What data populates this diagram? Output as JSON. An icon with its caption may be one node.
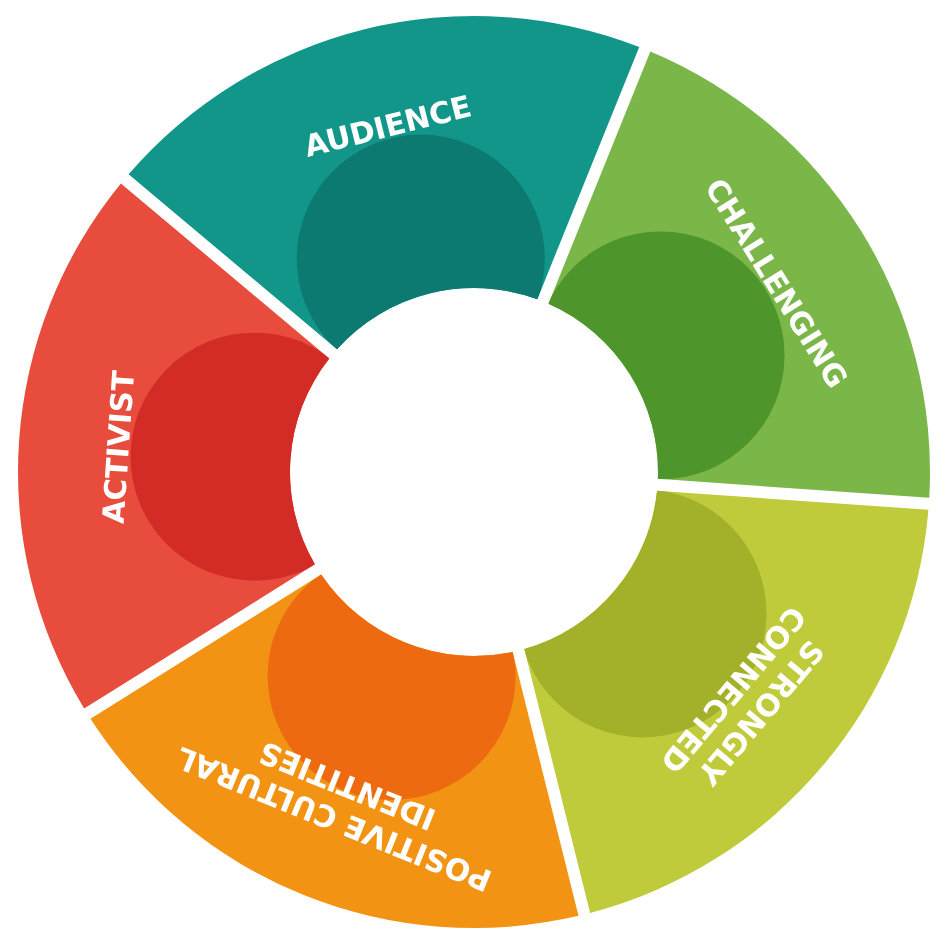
{
  "diagram": {
    "nodes": [
      {
        "text": [
          "AUDIENCE"
        ]
      },
      {
        "text": [
          "CHALLENGING"
        ]
      },
      {
        "text": [
          "STRONGLY CONNECTED"
        ]
      },
      {
        "text": [
          "POSITIVE CULTURAL IDENTITIES"
        ]
      },
      {
        "text": [
          "ACTIVIST"
        ]
      }
    ]
  }
}
